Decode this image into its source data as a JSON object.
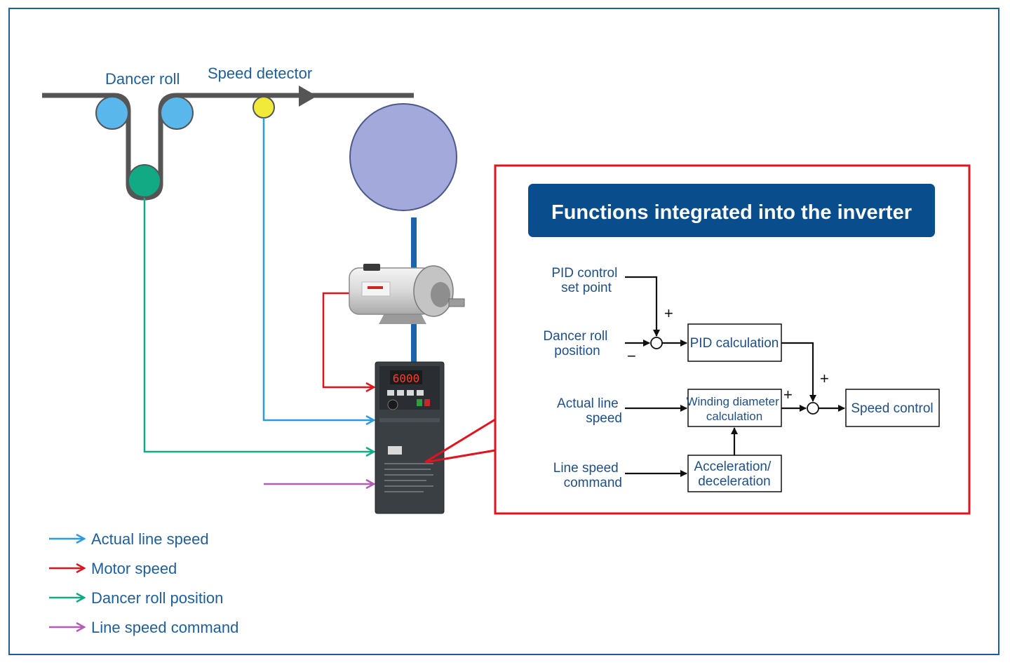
{
  "labels": {
    "dancer_roll": "Dancer roll",
    "speed_detector": "Speed detector"
  },
  "panel": {
    "title": "Functions integrated into the inverter",
    "inputs": {
      "pid_set_point": [
        "PID control",
        "set point"
      ],
      "dancer_roll_position": [
        "Dancer roll",
        "position"
      ],
      "actual_line_speed": [
        "Actual line",
        "speed"
      ],
      "line_speed_command": [
        "Line speed",
        "command"
      ]
    },
    "blocks": {
      "pid_calculation": [
        "PID calculation"
      ],
      "winding_diameter": [
        "Winding diameter",
        "calculation"
      ],
      "acceleration": [
        "Acceleration/",
        "deceleration"
      ],
      "speed_control": [
        "Speed control"
      ]
    },
    "signs": {
      "plus": "+",
      "minus": "−"
    }
  },
  "inverter": {
    "display": "6000"
  },
  "legend": [
    {
      "label": "Actual line speed",
      "color": "#2b9be0"
    },
    {
      "label": "Motor speed",
      "color": "#e0141e"
    },
    {
      "label": "Dancer roll position",
      "color": "#12a985"
    },
    {
      "label": "Line speed command",
      "color": "#b45cb4"
    }
  ],
  "colors": {
    "frame": "#1f5f99",
    "panel_border": "#e0141e",
    "title_bg": "#0a4d8c",
    "roll_blue": "#5ab7ec",
    "roll_green": "#12a985",
    "detector_yellow": "#f2ea3a",
    "winder_fill": "#a4a9dc",
    "shaft": "#1a64a8",
    "web": "#555555"
  }
}
